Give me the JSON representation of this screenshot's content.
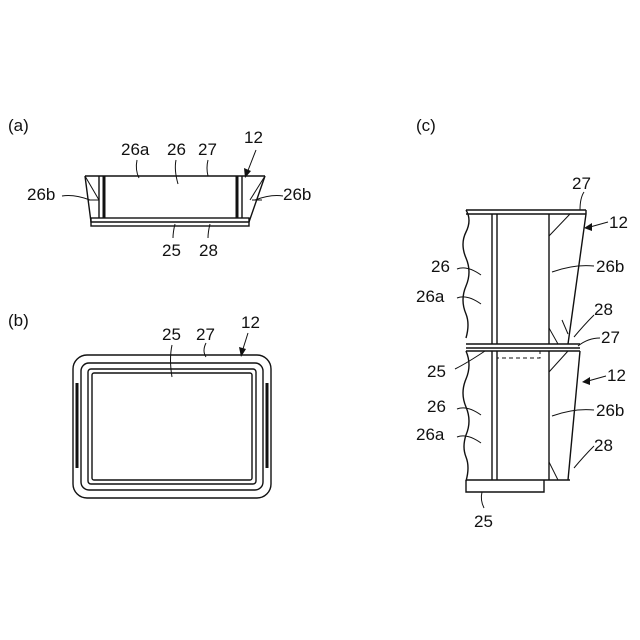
{
  "panels": {
    "a": "(a)",
    "b": "(b)",
    "c": "(c)"
  },
  "labels": {
    "a_26a": "26a",
    "a_26": "26",
    "a_27": "27",
    "a_12": "12",
    "a_26b_left": "26b",
    "a_26b_right": "26b",
    "a_25": "25",
    "a_28": "28",
    "b_25": "25",
    "b_27": "27",
    "b_12": "12",
    "c_27_top": "27",
    "c_12_top": "12",
    "c_26_top": "26",
    "c_26b_top": "26b",
    "c_26a_top": "26a",
    "c_28_top": "28",
    "c_27_mid": "27",
    "c_25_mid": "25",
    "c_12_mid": "12",
    "c_26_bot": "26",
    "c_26b_bot": "26b",
    "c_26a_bot": "26a",
    "c_28_bot": "28",
    "c_25_bot": "25"
  }
}
